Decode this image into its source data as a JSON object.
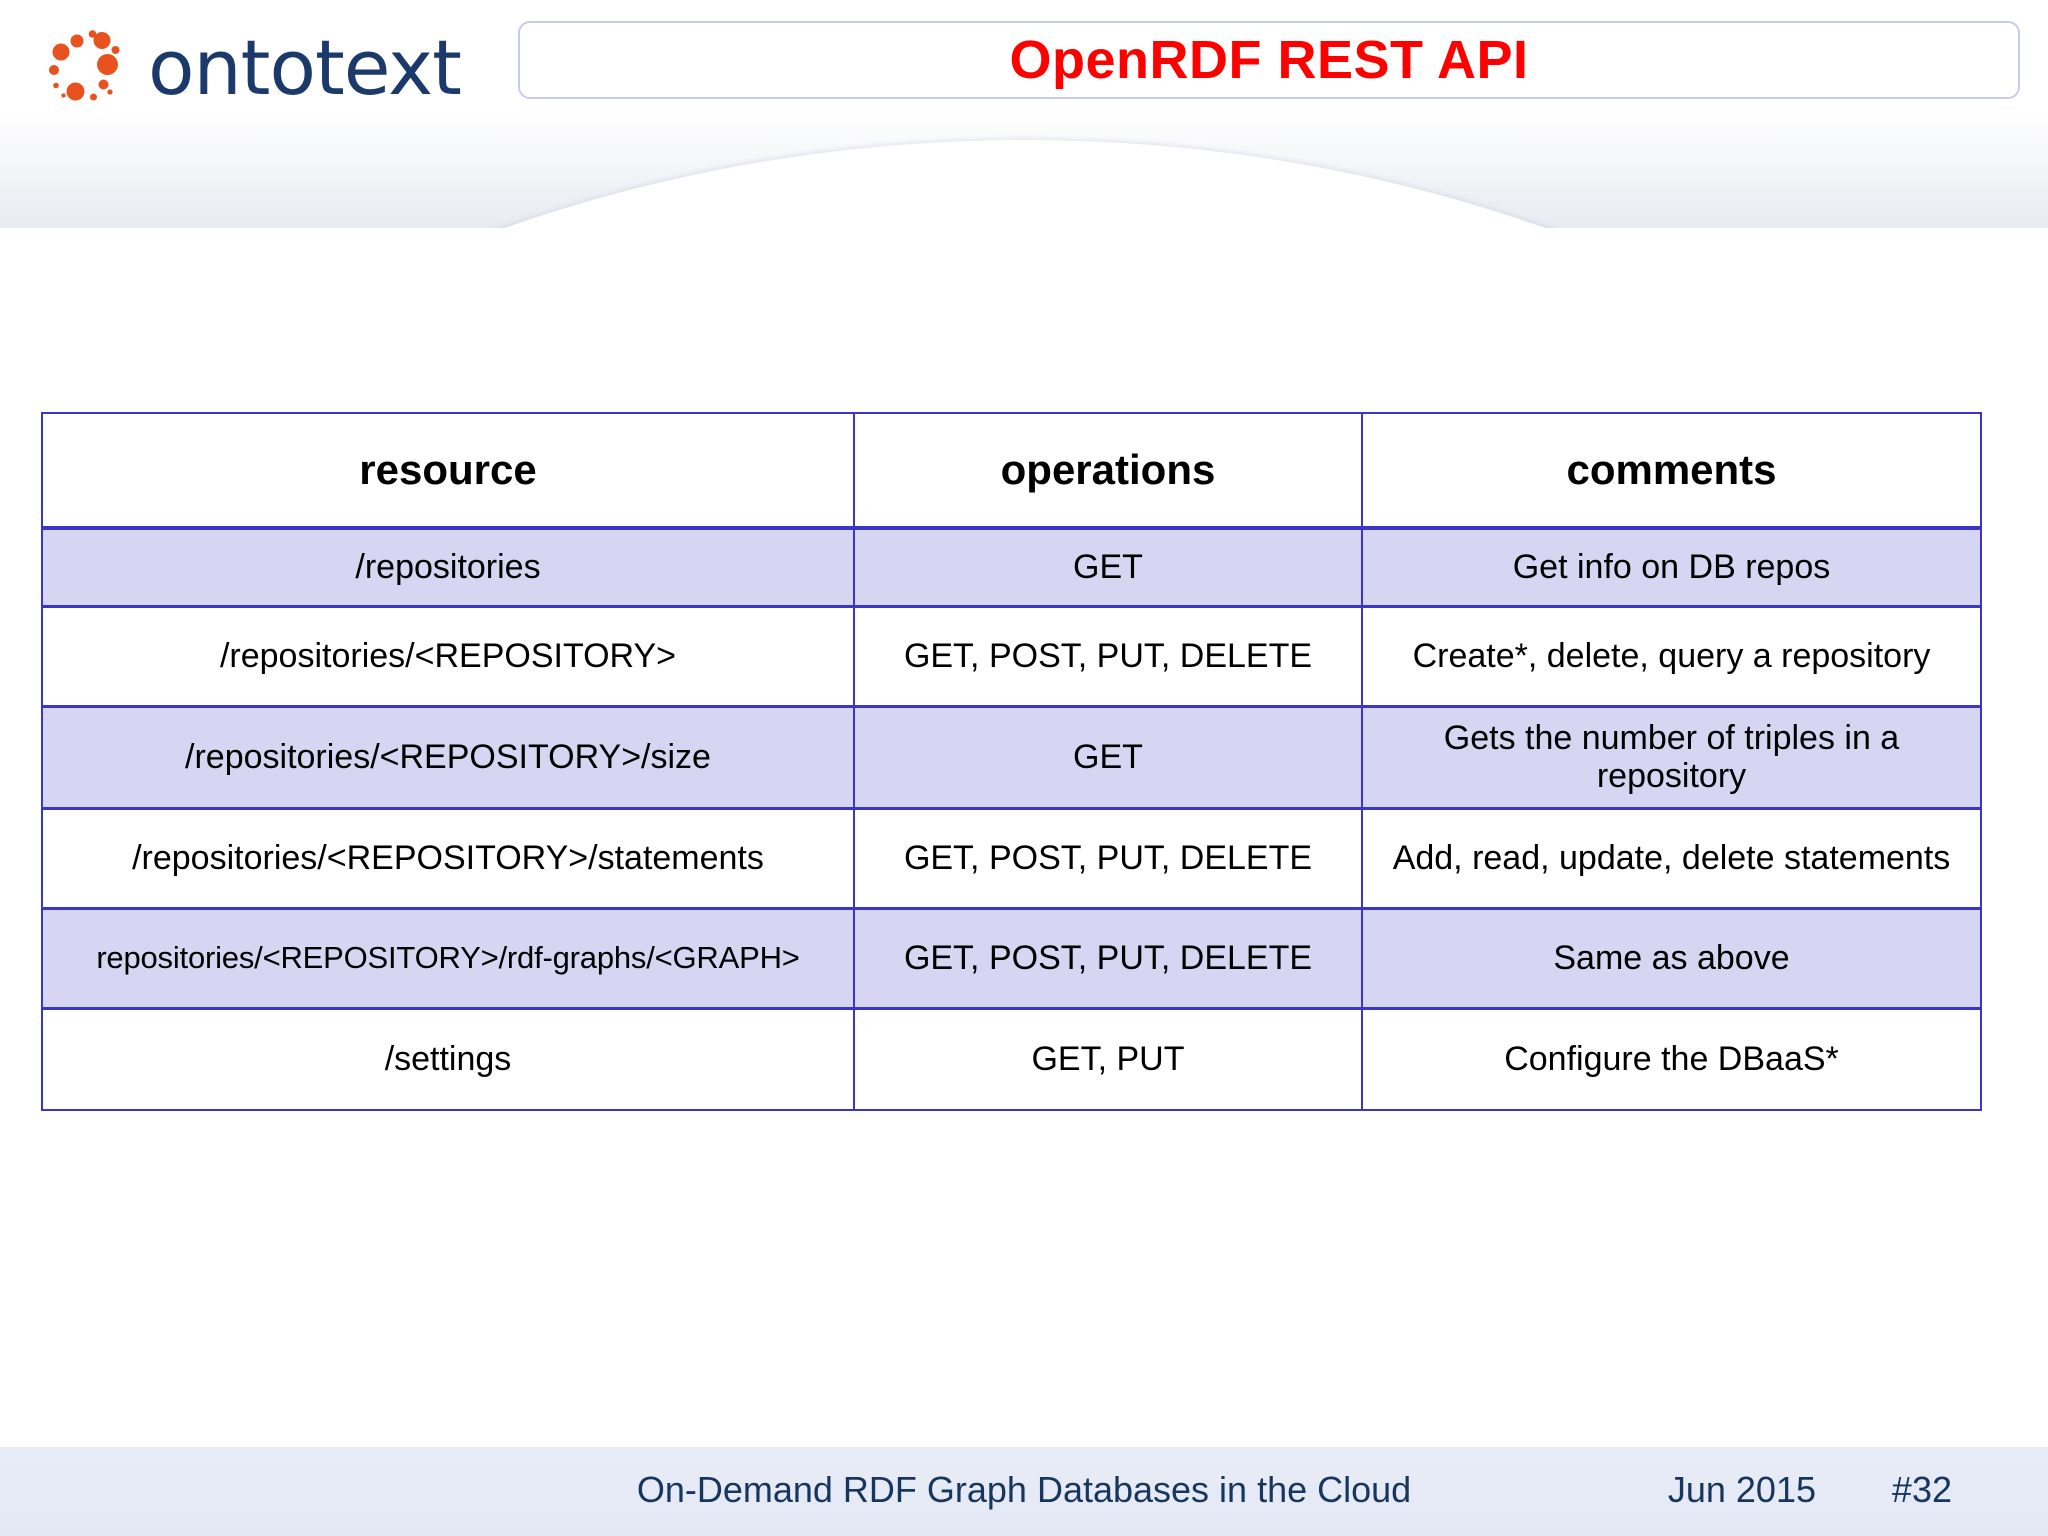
{
  "brand": {
    "logo_icon": "ontotext-dots-ring-icon",
    "name": "ontotext",
    "logo_color": "#E8521E",
    "wordmark_color": "#1B3A6B"
  },
  "header": {
    "title": "OpenRDF REST API",
    "title_color": "#FF0000",
    "title_box_border_color": "#C9C9EF"
  },
  "table": {
    "border_color": "#3B35C9",
    "shade_color": "#D6D5F2",
    "columns": [
      {
        "key": "resource",
        "label": "resource"
      },
      {
        "key": "operations",
        "label": "operations"
      },
      {
        "key": "comments",
        "label": "comments"
      }
    ],
    "rows": [
      {
        "resource": "/repositories",
        "operations": "GET",
        "comments": "Get info on DB repos",
        "shaded": true
      },
      {
        "resource": "/repositories/<REPOSITORY>",
        "operations": "GET, POST, PUT, DELETE",
        "comments": "Create*, delete, query a repository",
        "shaded": false
      },
      {
        "resource": "/repositories/<REPOSITORY>/size",
        "operations": "GET",
        "comments": "Gets the number of triples in a repository",
        "shaded": true
      },
      {
        "resource": "/repositories/<REPOSITORY>/statements",
        "operations": "GET, POST, PUT, DELETE",
        "comments": "Add, read, update, delete statements",
        "shaded": false
      },
      {
        "resource": "repositories/<REPOSITORY>/rdf-graphs/<GRAPH>",
        "operations": "GET, POST, PUT, DELETE",
        "comments": "Same as above",
        "shaded": true
      },
      {
        "resource": "/settings",
        "operations": "GET, PUT",
        "comments": "Configure the DBaaS*",
        "shaded": false
      }
    ]
  },
  "footer": {
    "center": "On-Demand RDF Graph Databases in the Cloud",
    "date": "Jun 2015",
    "page": "#32",
    "text_color": "#17365D"
  }
}
